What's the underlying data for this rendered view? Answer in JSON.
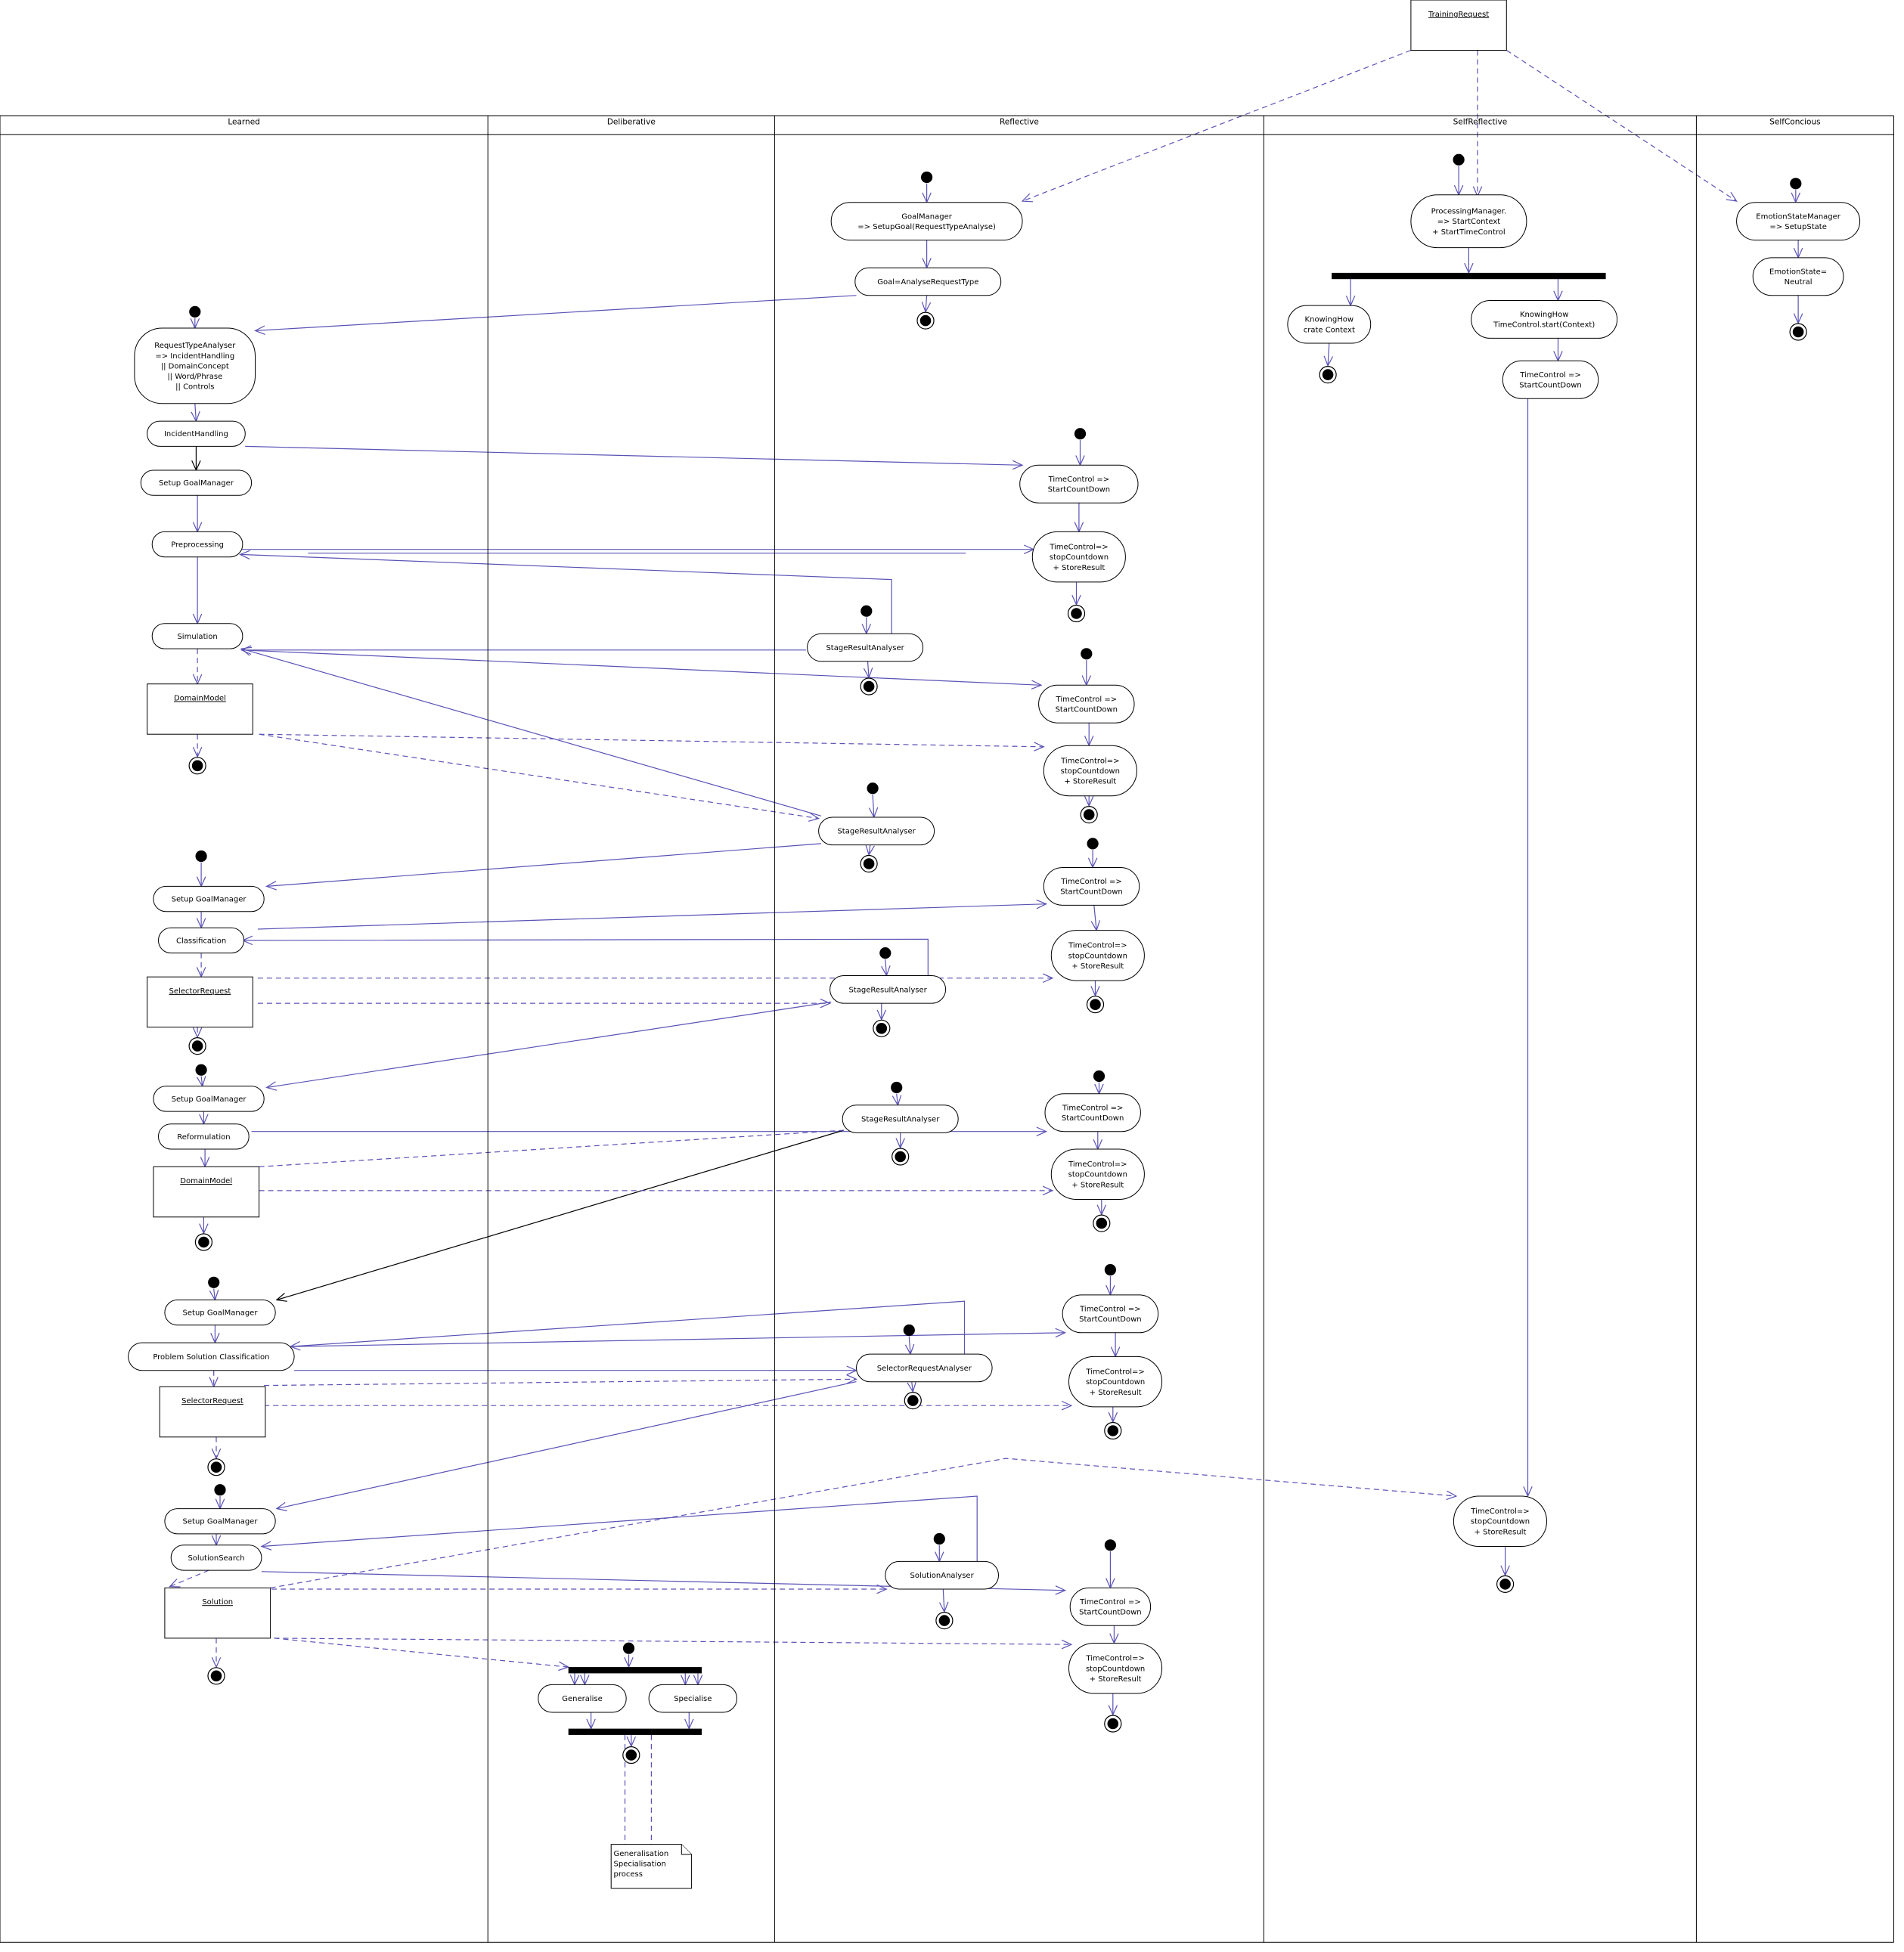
{
  "swimlanes": [
    "Learned",
    "Deliberative",
    "Reflective",
    "SelfReflective",
    "SelfConcious"
  ],
  "objects": {
    "training_request": "TrainingRequest",
    "domain_model_1": "DomainModel",
    "selector_request_1": "SelectorRequest",
    "domain_model_2": "DomainModel",
    "selector_request_2": "SelectorRequest",
    "solution": "Solution"
  },
  "note": "Generalisation\nSpecialisation\nprocess",
  "nodes": {
    "goal_manager_setup": "GoalManager\n=> SetupGoal(RequestTypeAnalyse)",
    "goal_analyse_request_type": "Goal=AnalyseRequestType",
    "processing_manager": "ProcessingManager.\n=> StartContext\n+ StartTimeControl",
    "emotion_state_manager": "EmotionStateManager\n=> SetupState",
    "emotion_state_neutral": "EmotionState=\nNeutral",
    "knowing_how_create_context": "KnowingHow\ncrate Context",
    "knowing_how_time_control": "KnowingHow\nTimeControl.start(Context)",
    "sr_start_countdown": "TimeControl =>\nStartCountDown",
    "request_type_analyser": "RequestTypeAnalyser\n=> IncidentHandling\n|| DomainConcept\n|| Word/Phrase\n|| Controls",
    "incident_handling": "IncidentHandling",
    "setup_goal_manager_1": "Setup GoalManager",
    "preprocessing": "Preprocessing",
    "simulation": "Simulation",
    "setup_goal_manager_2": "Setup GoalManager",
    "classification": "Classification",
    "setup_goal_manager_3": "Setup GoalManager",
    "reformulation": "Reformulation",
    "setup_goal_manager_4": "Setup GoalManager",
    "problem_solution_classification": "Problem Solution Classification",
    "setup_goal_manager_5": "Setup GoalManager",
    "solution_search": "SolutionSearch",
    "generalise": "Generalise",
    "specialise": "Specialise",
    "stage_result_analyser_1": "StageResultAnalyser",
    "stage_result_analyser_2": "StageResultAnalyser",
    "stage_result_analyser_3": "StageResultAnalyser",
    "stage_result_analyser_4": "StageResultAnalyser",
    "selector_request_analyser": "SelectorRequestAnalyser",
    "solution_analyser": "SolutionAnalyser",
    "tc_start_1": "TimeControl =>\nStartCountDown",
    "tc_stop_1": "TimeControl=>\nstopCountdown\n+ StoreResult",
    "tc_start_2": "TimeControl =>\nStartCountDown",
    "tc_stop_2": "TimeControl=>\nstopCountdown\n+ StoreResult",
    "tc_start_3": "TimeControl =>\nStartCountDown",
    "tc_stop_3": "TimeControl=>\nstopCountdown\n+ StoreResult",
    "tc_start_4": "TimeControl =>\nStartCountDown",
    "tc_stop_4": "TimeControl=>\nstopCountdown\n+ StoreResult",
    "tc_start_5": "TimeControl =>\nStartCountDown",
    "tc_stop_5": "TimeControl=>\nstopCountdown\n+ StoreResult",
    "tc_start_6": "TimeControl =>\nStartCountDown",
    "tc_stop_6": "TimeControl=>\nstopCountdown\n+ StoreResult",
    "sr_stop_countdown": "TimeControl=>\nstopCountdown\n+ StoreResult"
  },
  "colors": {
    "edge": "#5a52b5",
    "line": "#000000"
  }
}
